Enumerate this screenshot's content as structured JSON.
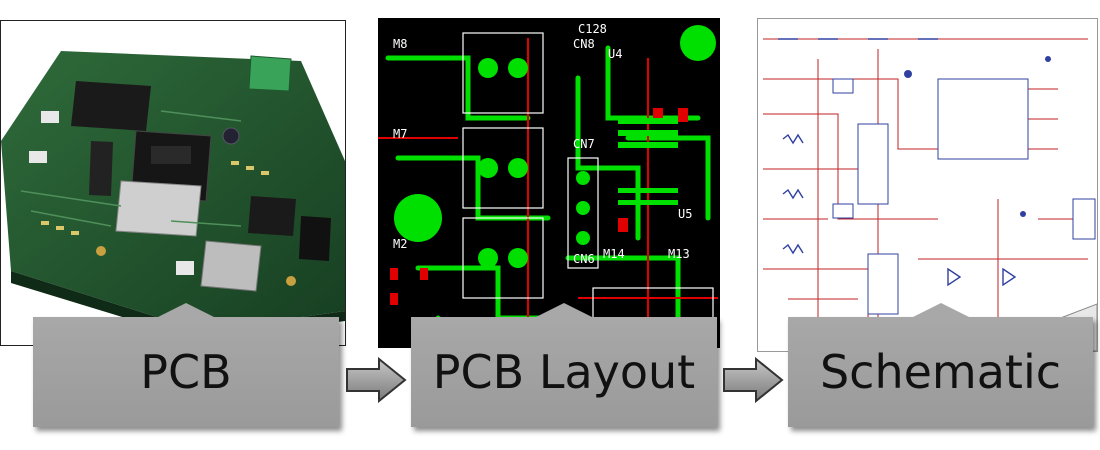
{
  "stages": [
    {
      "label": "PCB"
    },
    {
      "label": "PCB Layout"
    },
    {
      "label": "Schematic"
    }
  ],
  "colors": {
    "label_box": "#9f9f9f",
    "board_green": "#1e5a2e",
    "layout_green": "#00e000",
    "layout_red": "#e00000",
    "schematic_red": "#c02020",
    "schematic_blue": "#3040a0"
  },
  "icons": [
    "right-arrow-icon",
    "right-arrow-icon"
  ]
}
